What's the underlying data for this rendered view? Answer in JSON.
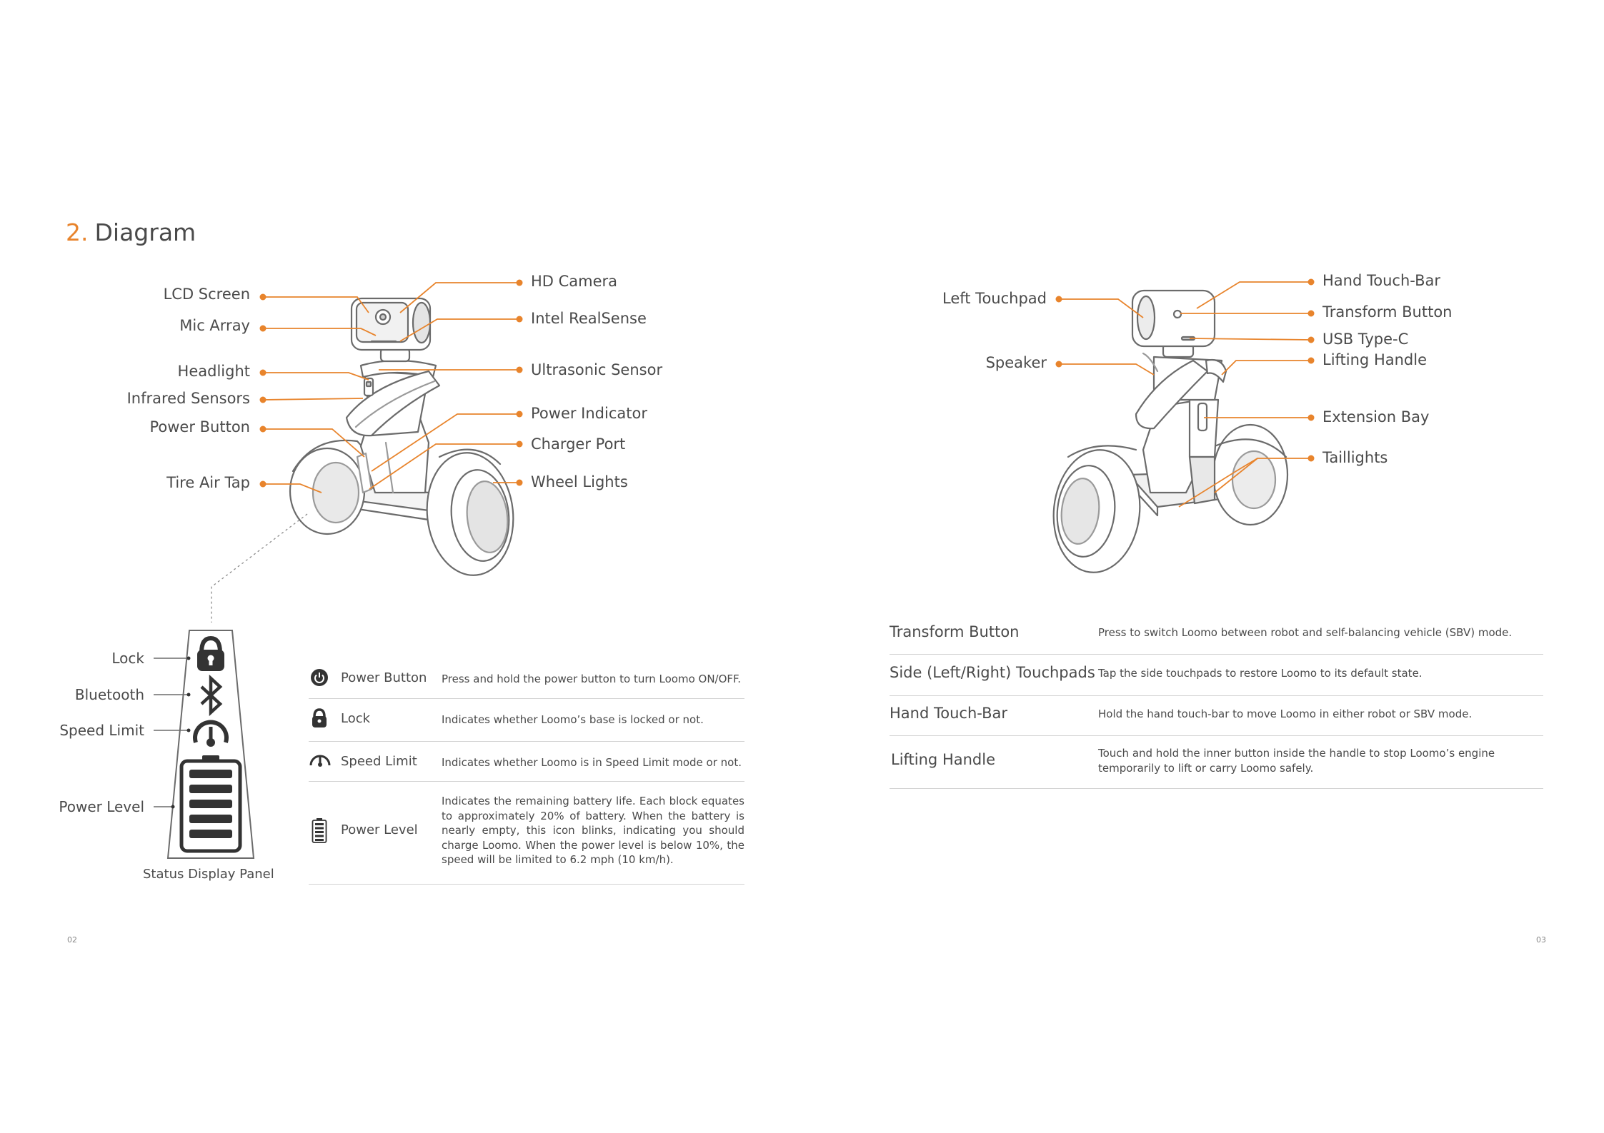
{
  "section": {
    "number": "2.",
    "title": "Diagram"
  },
  "left_callouts": {
    "lcd_screen": "LCD Screen",
    "mic_array": "Mic Array",
    "headlight": "Headlight",
    "infrared_sensors": "Infrared Sensors",
    "power_button": "Power Button",
    "tire_air_tap": "Tire Air Tap",
    "hd_camera": "HD Camera",
    "intel_realsense": "Intel RealSense",
    "ultrasonic_sensor": "Ultrasonic Sensor",
    "power_indicator": "Power Indicator",
    "charger_port": "Charger Port",
    "wheel_lights": "Wheel Lights"
  },
  "right_callouts": {
    "left_touchpad": "Left Touchpad",
    "speaker": "Speaker",
    "hand_touch_bar": "Hand Touch-Bar",
    "transform_button": "Transform Button",
    "usb_type_c": "USB Type-C",
    "lifting_handle": "Lifting Handle",
    "extension_bay": "Extension Bay",
    "taillights": "Taillights"
  },
  "status_panel": {
    "caption": "Status Display Panel",
    "labels": {
      "lock": "Lock",
      "bluetooth": "Bluetooth",
      "speed_limit": "Speed Limit",
      "power_level": "Power Level"
    }
  },
  "status_table": [
    {
      "icon": "power-icon",
      "name": "Power Button",
      "desc": "Press and hold the power button to turn Loomo ON/OFF."
    },
    {
      "icon": "lock-icon",
      "name": "Lock",
      "desc": "Indicates whether Loomo’s base is locked or not."
    },
    {
      "icon": "speedometer-icon",
      "name": "Speed Limit",
      "desc": "Indicates whether Loomo is in Speed Limit mode or not."
    },
    {
      "icon": "battery-icon",
      "name": "Power Level",
      "desc": "Indicates the remaining battery life. Each block equates to approximately 20% of battery. When the battery is nearly empty, this icon blinks, indicating you should charge Loomo. When the power level is below 10%, the speed will be limited to 6.2 mph (10 km/h)."
    }
  ],
  "features_table": [
    {
      "name": "Transform Button",
      "desc": "Press to switch Loomo between robot and self-balancing vehicle (SBV) mode."
    },
    {
      "name": "Side (Left/Right) Touchpads",
      "desc": "Tap the side touchpads to restore Loomo to its default state."
    },
    {
      "name": "Hand Touch-Bar",
      "desc": "Hold the hand touch-bar to move Loomo in either robot or SBV mode."
    },
    {
      "name": "Lifting Handle",
      "desc": "Touch and hold the inner button inside the handle to stop Loomo’s engine temporarily to lift or carry Loomo safely."
    }
  ],
  "page_numbers": {
    "left": "02",
    "right": "03"
  },
  "colors": {
    "accent": "#e8842c",
    "text": "#4a4a4a",
    "rule": "#d2d2d2",
    "line_art": "#6b6b6b"
  }
}
